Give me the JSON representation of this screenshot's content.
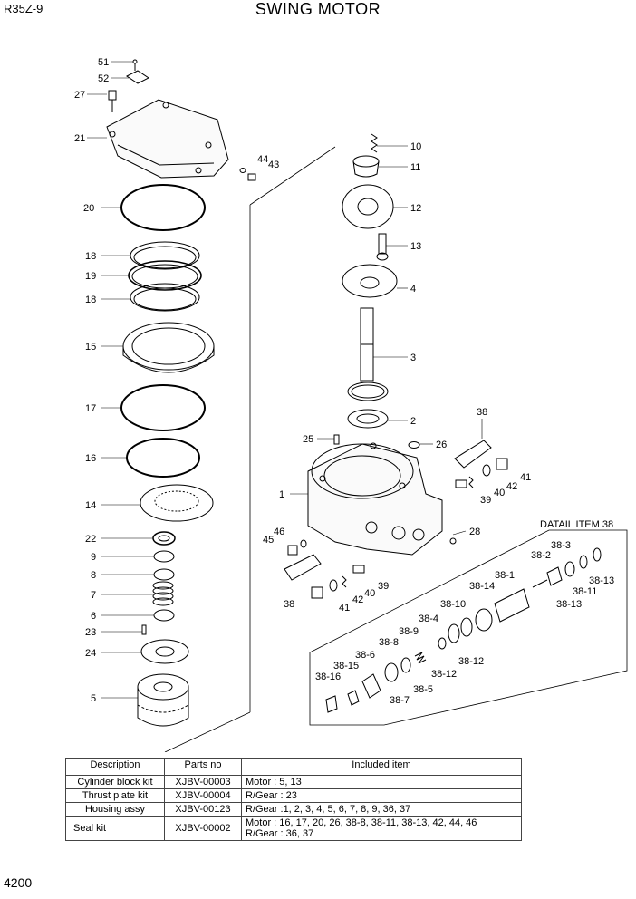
{
  "header": {
    "model": "R35Z-9",
    "title": "SWING MOTOR"
  },
  "page_number": "4200",
  "detail_label": "DATAIL ITEM 38",
  "callouts": {
    "c51": "51",
    "c52": "52",
    "c27": "27",
    "c21": "21",
    "c44": "44",
    "c43": "43",
    "c20": "20",
    "c18a": "18",
    "c19": "19",
    "c18b": "18",
    "c15": "15",
    "c17": "17",
    "c16": "16",
    "c14": "14",
    "c22": "22",
    "c9": "9",
    "c8": "8",
    "c7": "7",
    "c6": "6",
    "c23": "23",
    "c24": "24",
    "c5": "5",
    "c10": "10",
    "c11": "11",
    "c12": "12",
    "c13": "13",
    "c4": "4",
    "c3": "3",
    "c2": "2",
    "c25": "25",
    "c26": "26",
    "c38a": "38",
    "c41a": "41",
    "c42a": "42",
    "c40a": "40",
    "c39a": "39",
    "c1": "1",
    "c28": "28",
    "c46": "46",
    "c45": "45",
    "c39b": "39",
    "c40b": "40",
    "c42b": "42",
    "c38b": "38",
    "c41b": "41",
    "d38_3": "38-3",
    "d38_2": "38-2",
    "d38_13a": "38-13",
    "d38_11": "38-11",
    "d38_13b": "38-13",
    "d38_1": "38-1",
    "d38_14": "38-14",
    "d38_10": "38-10",
    "d38_4": "38-4",
    "d38_9": "38-9",
    "d38_8": "38-8",
    "d38_12": "38-12",
    "d38_6": "38-6",
    "d38_15": "38-15",
    "d38_16": "38-16",
    "d38_5": "38-5",
    "d38_7": "38-7"
  },
  "table": {
    "headers": [
      "Description",
      "Parts no",
      "Included item"
    ],
    "rows": [
      {
        "description": "Cylinder block kit",
        "parts_no": "XJBV-00003",
        "included": [
          "Motor :  5, 13"
        ]
      },
      {
        "description": "Thrust plate kit",
        "parts_no": "XJBV-00004",
        "included": [
          "R/Gear : 23"
        ]
      },
      {
        "description": "Housing assy",
        "parts_no": "XJBV-00123",
        "included": [
          "R/Gear :1, 2, 3, 4, 5, 6, 7, 8, 9, 36, 37"
        ]
      },
      {
        "description": "Seal  kit",
        "parts_no": "XJBV-00002",
        "included": [
          "Motor : 16, 17, 20, 26, 38-8, 38-11, 38-13, 42, 44, 46",
          "R/Gear : 36, 37"
        ]
      }
    ]
  }
}
